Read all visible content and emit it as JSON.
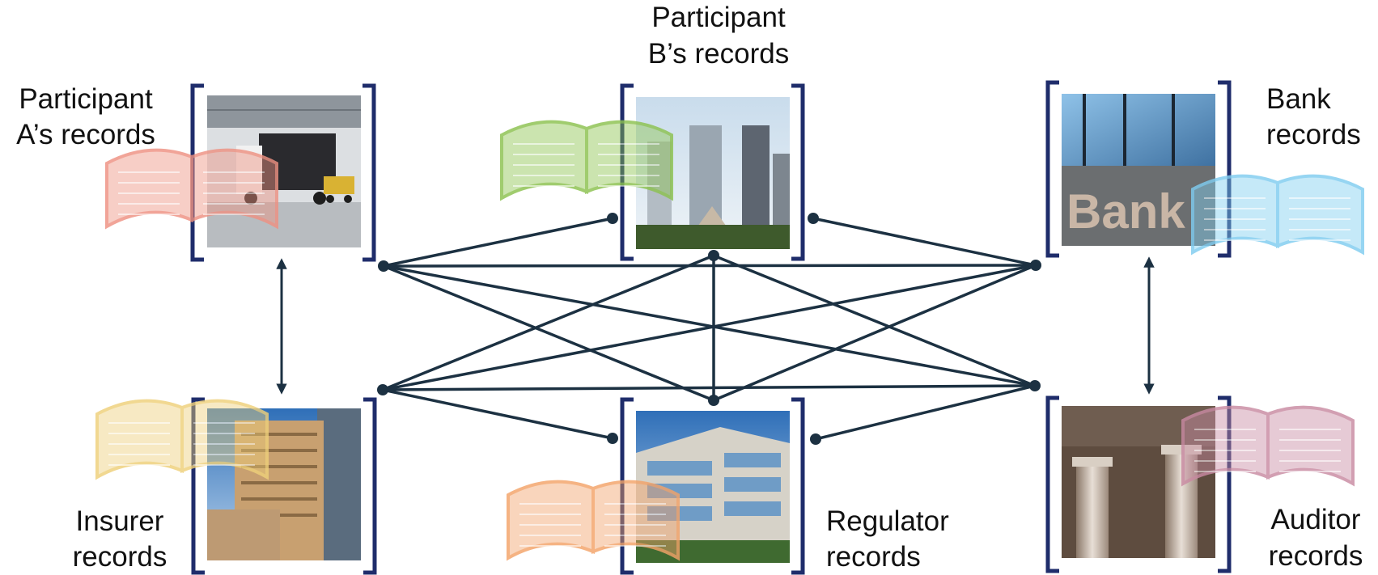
{
  "colors": {
    "bracket": "#1f2d6b",
    "connector": "#1c3142",
    "background": "#ffffff"
  },
  "nodes": [
    {
      "id": "participant-a",
      "label_lines": [
        "Participant",
        "A’s records"
      ],
      "photo": "warehouse-truck-forklift",
      "book_color": "#ee9182",
      "icon": "ledger-book-icon"
    },
    {
      "id": "participant-b",
      "label_lines": [
        "Participant",
        "B’s records"
      ],
      "photo": "city-skyline",
      "book_color": "#8cc24f",
      "icon": "ledger-book-icon"
    },
    {
      "id": "bank",
      "label_lines": [
        "Bank",
        "records"
      ],
      "photo": "bank-sign-building",
      "book_color": "#7fcdf0",
      "icon": "ledger-book-icon"
    },
    {
      "id": "insurer",
      "label_lines": [
        "Insurer",
        "records"
      ],
      "photo": "office-tower",
      "book_color": "#efd07a",
      "icon": "ledger-book-icon"
    },
    {
      "id": "regulator",
      "label_lines": [
        "Regulator",
        "records"
      ],
      "photo": "glass-office-building",
      "book_color": "#f3a369",
      "icon": "ledger-book-icon"
    },
    {
      "id": "auditor",
      "label_lines": [
        "Auditor",
        "records"
      ],
      "photo": "stone-columns",
      "book_color": "#c98aa2",
      "icon": "ledger-book-icon"
    }
  ],
  "connections": [
    [
      "participant-a",
      "participant-b"
    ],
    [
      "participant-a",
      "bank"
    ],
    [
      "participant-a",
      "regulator"
    ],
    [
      "participant-a",
      "auditor"
    ],
    [
      "participant-b",
      "bank"
    ],
    [
      "participant-b",
      "insurer"
    ],
    [
      "participant-b",
      "regulator"
    ],
    [
      "participant-b",
      "auditor"
    ],
    [
      "bank",
      "insurer"
    ],
    [
      "bank",
      "regulator"
    ],
    [
      "insurer",
      "regulator"
    ],
    [
      "insurer",
      "auditor"
    ],
    [
      "regulator",
      "auditor"
    ]
  ],
  "bidirectional_arrows": [
    [
      "participant-a",
      "insurer"
    ],
    [
      "bank",
      "auditor"
    ]
  ]
}
